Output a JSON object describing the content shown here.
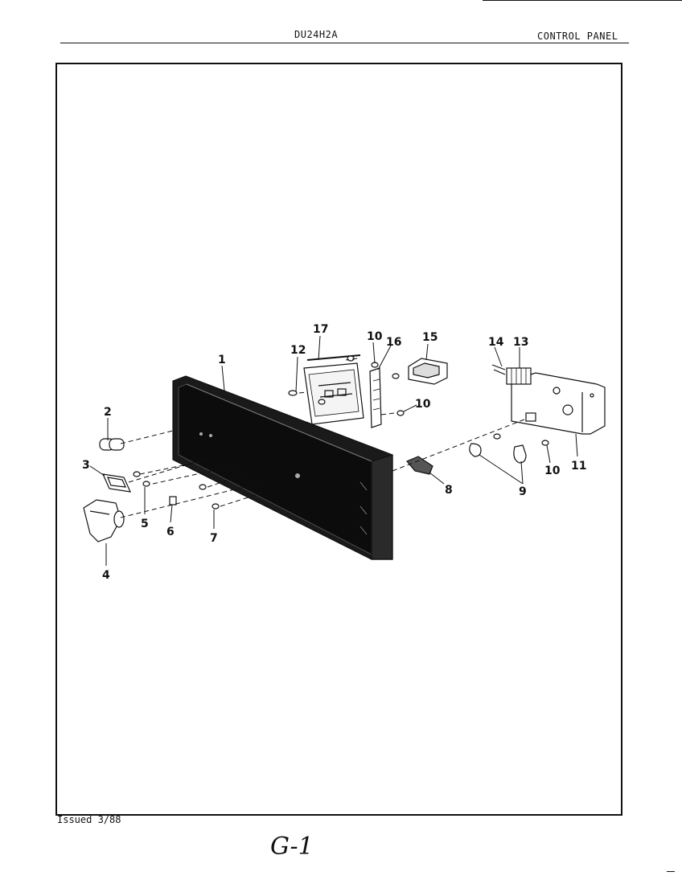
{
  "header": {
    "model": "DU24H2A",
    "section": "CONTROL PANEL"
  },
  "footer": {
    "issued": "Issued 3/88",
    "page_mark": "G-1"
  },
  "callouts": [
    {
      "id": "c1",
      "label": "1"
    },
    {
      "id": "c2",
      "label": "2"
    },
    {
      "id": "c3",
      "label": "3"
    },
    {
      "id": "c4",
      "label": "4"
    },
    {
      "id": "c5",
      "label": "5"
    },
    {
      "id": "c6",
      "label": "6"
    },
    {
      "id": "c7",
      "label": "7"
    },
    {
      "id": "c8",
      "label": "8"
    },
    {
      "id": "c9",
      "label": "9"
    },
    {
      "id": "c10a",
      "label": "10"
    },
    {
      "id": "c10b",
      "label": "10"
    },
    {
      "id": "c10c",
      "label": "10"
    },
    {
      "id": "c11",
      "label": "11"
    },
    {
      "id": "c12",
      "label": "12"
    },
    {
      "id": "c13",
      "label": "13"
    },
    {
      "id": "c14",
      "label": "14"
    },
    {
      "id": "c15",
      "label": "15"
    },
    {
      "id": "c16",
      "label": "16"
    },
    {
      "id": "c17",
      "label": "17"
    }
  ]
}
